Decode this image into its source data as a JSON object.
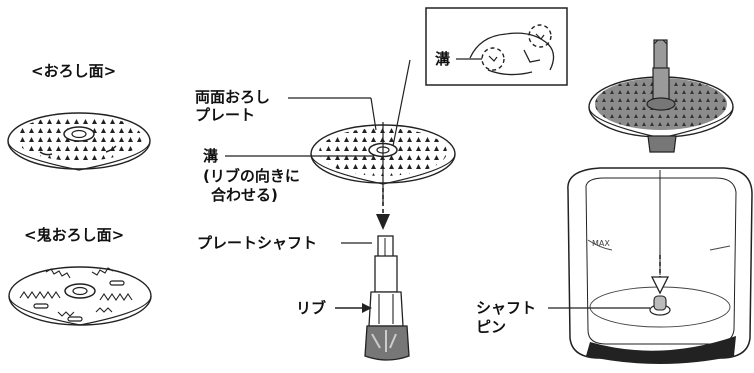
{
  "labels": {
    "grater_side": "<おろし面>",
    "coarse_side": "<鬼おろし面>",
    "plate_line1": "両面おろし",
    "plate_line2": "プレート",
    "groove": "溝",
    "groove_inset": "溝",
    "rib_note_line1": "(リブの向きに",
    "rib_note_line2": "合わせる)",
    "plate_shaft": "プレートシャフト",
    "rib": "リブ",
    "shaft_pin_line1": "シャフト",
    "shaft_pin_line2": "ピン",
    "max_mark": "MAX"
  }
}
